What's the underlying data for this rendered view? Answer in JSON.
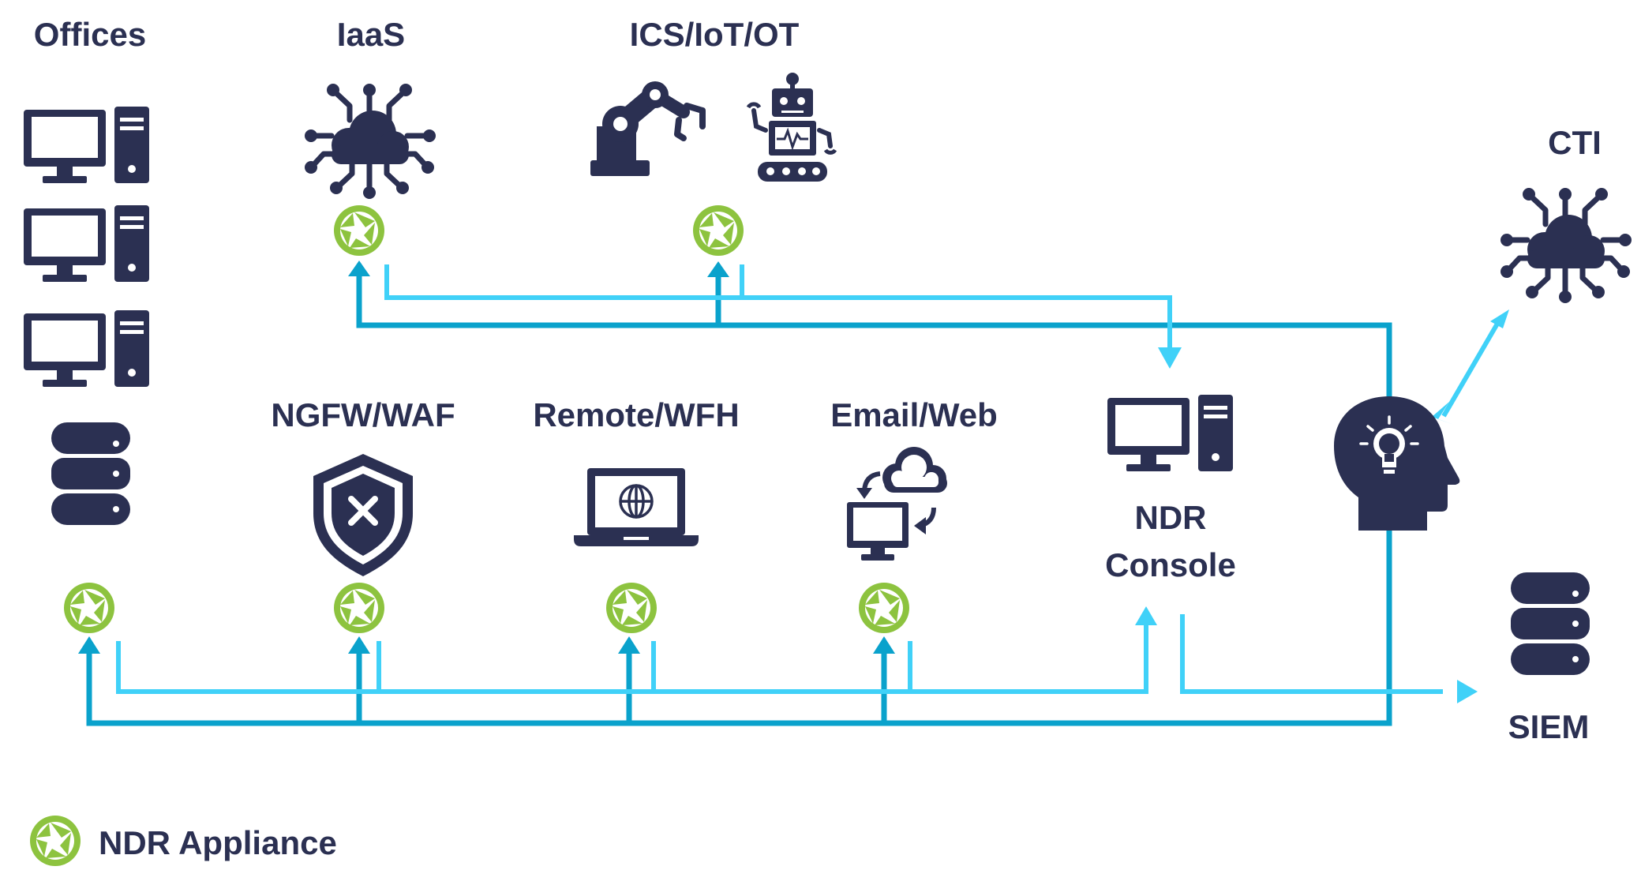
{
  "colors": {
    "navy": "#2b3052",
    "dark_blue_line": "#0aa2cc",
    "light_blue_line": "#40d1f8",
    "appliance_green": "#8dc33f"
  },
  "labels": {
    "offices": "Offices",
    "iaas": "IaaS",
    "ics": "ICS/IoT/OT",
    "cti": "CTI",
    "ngfw": "NGFW/WAF",
    "remote": "Remote/WFH",
    "email": "Email/Web",
    "ndr_console_line1": "NDR",
    "ndr_console_line2": "Console",
    "siem": "SIEM"
  },
  "legend": {
    "label": "NDR Appliance",
    "icon": "ndr-appliance-icon"
  },
  "icons": {
    "offices": [
      "desktop-computer-icon",
      "desktop-computer-icon",
      "desktop-computer-icon",
      "database-icon"
    ],
    "iaas": "cloud-network-icon",
    "ics": [
      "robotic-arm-icon",
      "robot-icon"
    ],
    "cti": "cloud-network-icon",
    "ngfw": "shield-x-icon",
    "remote": "laptop-globe-icon",
    "email": "cloud-sync-computer-icon",
    "ndr_console": "desktop-computer-icon",
    "analyst": "head-lightbulb-icon",
    "siem": "database-icon"
  }
}
